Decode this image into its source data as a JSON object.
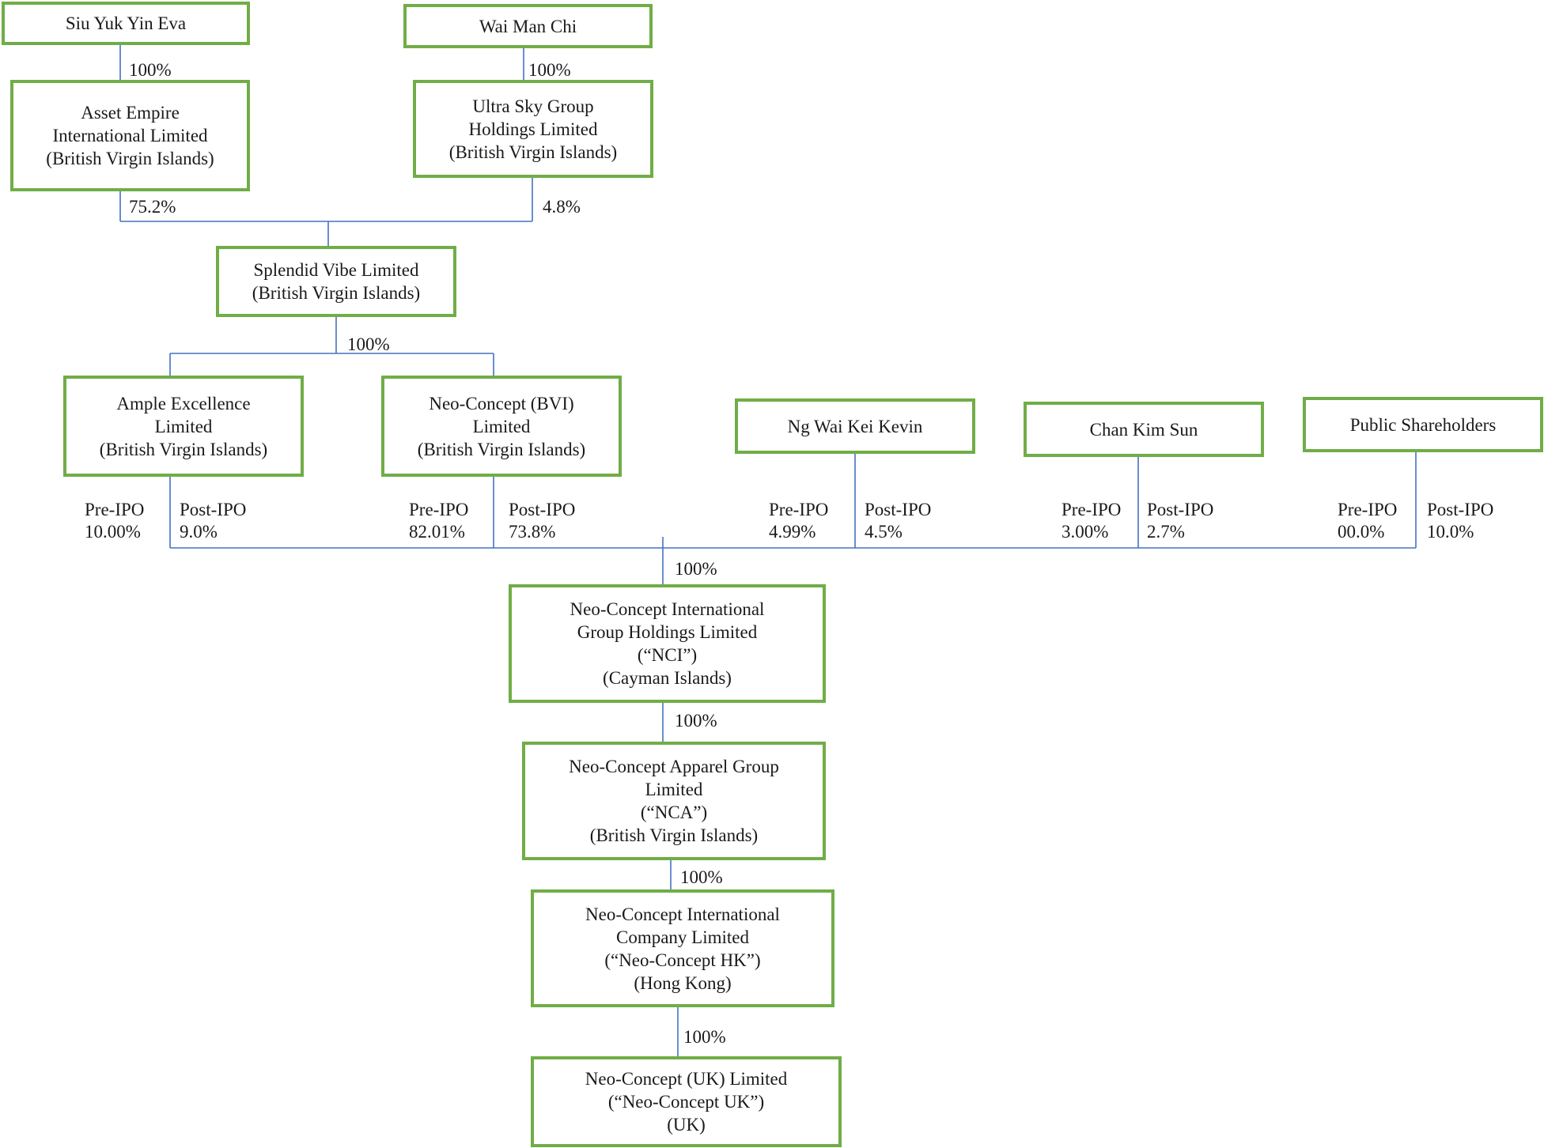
{
  "diagram": {
    "line_color": "#4472c4",
    "box_border_color": "#70ad47",
    "entities": {
      "siu_yuk_yin_eva": {
        "lines": [
          "Siu Yuk Yin Eva"
        ]
      },
      "wai_man_chi": {
        "lines": [
          "Wai Man Chi"
        ]
      },
      "asset_empire": {
        "lines": [
          "Asset Empire",
          "International Limited",
          "(British Virgin Islands)"
        ]
      },
      "ultra_sky": {
        "lines": [
          "Ultra Sky Group",
          "Holdings Limited",
          "(British Virgin Islands)"
        ]
      },
      "splendid_vibe": {
        "lines": [
          "Splendid Vibe Limited",
          "(British Virgin Islands)"
        ]
      },
      "ample_excellence": {
        "lines": [
          "Ample Excellence",
          "Limited",
          "(British Virgin Islands)"
        ]
      },
      "neo_concept_bvi": {
        "lines": [
          "Neo-Concept (BVI)",
          "Limited",
          "(British Virgin Islands)"
        ]
      },
      "ng_wai_kei_kevin": {
        "lines": [
          "Ng Wai Kei Kevin"
        ]
      },
      "chan_kim_sun": {
        "lines": [
          "Chan Kim Sun"
        ]
      },
      "public_shareholders": {
        "lines": [
          "Public Shareholders"
        ]
      },
      "nci": {
        "lines": [
          "Neo-Concept International",
          "Group Holdings Limited",
          "(“NCI”)",
          "(Cayman Islands)"
        ]
      },
      "nca": {
        "lines": [
          "Neo-Concept Apparel Group",
          "Limited",
          "(“NCA”)",
          "(British Virgin Islands)"
        ]
      },
      "neo_concept_hk": {
        "lines": [
          "Neo-Concept International",
          "Company Limited",
          "(“Neo-Concept HK”)",
          "(Hong Kong)"
        ]
      },
      "neo_concept_uk": {
        "lines": [
          "Neo-Concept (UK) Limited",
          "(“Neo-Concept UK”)",
          "(UK)"
        ]
      }
    },
    "ownership": {
      "siu_to_asset": "100%",
      "wai_to_ultra": "100%",
      "asset_to_splendid": "75.2%",
      "ultra_to_splendid": "4.8%",
      "splendid_to_subs": "100%",
      "ample_pre": [
        "Pre-IPO",
        "10.00%"
      ],
      "ample_post": [
        "Post-IPO",
        "9.0%"
      ],
      "bvi_pre": [
        "Pre-IPO",
        "82.01%"
      ],
      "bvi_post": [
        "Post-IPO",
        "73.8%"
      ],
      "ng_pre": [
        "Pre-IPO",
        "4.99%"
      ],
      "ng_post": [
        "Post-IPO",
        "4.5%"
      ],
      "chan_pre": [
        "Pre-IPO",
        "3.00%"
      ],
      "chan_post": [
        "Post-IPO",
        "2.7%"
      ],
      "public_pre": [
        "Pre-IPO",
        "00.0%"
      ],
      "public_post": [
        "Post-IPO",
        "10.0%"
      ],
      "to_nci": "100%",
      "nci_to_nca": "100%",
      "nca_to_hk": "100%",
      "hk_to_uk": "100%"
    }
  }
}
